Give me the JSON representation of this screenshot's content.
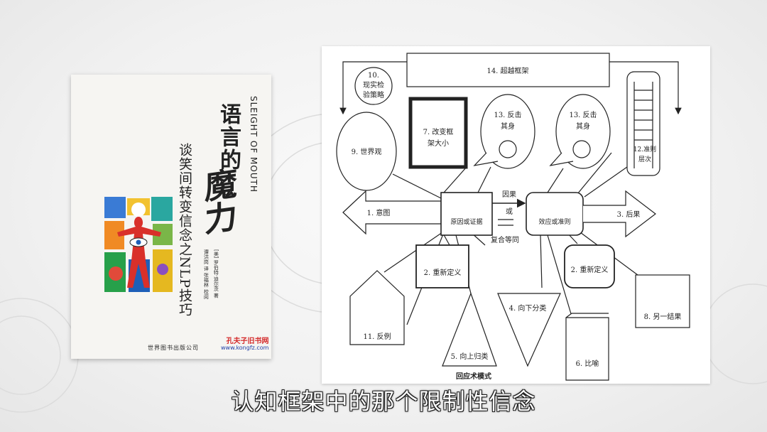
{
  "book": {
    "title_a": "语言的",
    "title_b": "魔力",
    "subtitle": "谈笑间转变信念之NLP技巧",
    "english_title": "SLEIGHT OF MOUTH",
    "author": "[美] 罗伯特·迪尔茨 著",
    "translator": "谭洪岗 译  张福林 校阅",
    "publisher": "世界图书出版公司",
    "stamp_name": "孔夫子旧书网",
    "stamp_url": "www.kongfz.com"
  },
  "diagram": {
    "caption": "回应术模式",
    "beyond_frame": "14. 超越框架",
    "reality_strategy": [
      "10.",
      "现实检",
      "验策略"
    ],
    "world_model": "9. 世界观",
    "change_frame": [
      "7. 改变框",
      "架大小"
    ],
    "apply_self_left": [
      "13. 反击",
      "其身"
    ],
    "apply_self_right": [
      "13. 反击",
      "其身"
    ],
    "hierarchy": [
      "12.准则",
      "层次"
    ],
    "intention": "1. 意图",
    "cause": "原因或证据",
    "effect": "效应或准则",
    "link_cause": "因果",
    "link_or": "或",
    "link_eq": "二",
    "link_complex": "复合等同",
    "consequence": "3. 后果",
    "redefine_left": "2. 重新定义",
    "redefine_right": "2. 重新定义",
    "counter_example": "11. 反例",
    "chunk_up": "5. 向上归类",
    "chunk_down": "4. 向下分类",
    "metaphor": "6. 比喻",
    "another_outcome": "8. 另一结果"
  },
  "subtitle_text": "认知框架中的那个限制性信念"
}
